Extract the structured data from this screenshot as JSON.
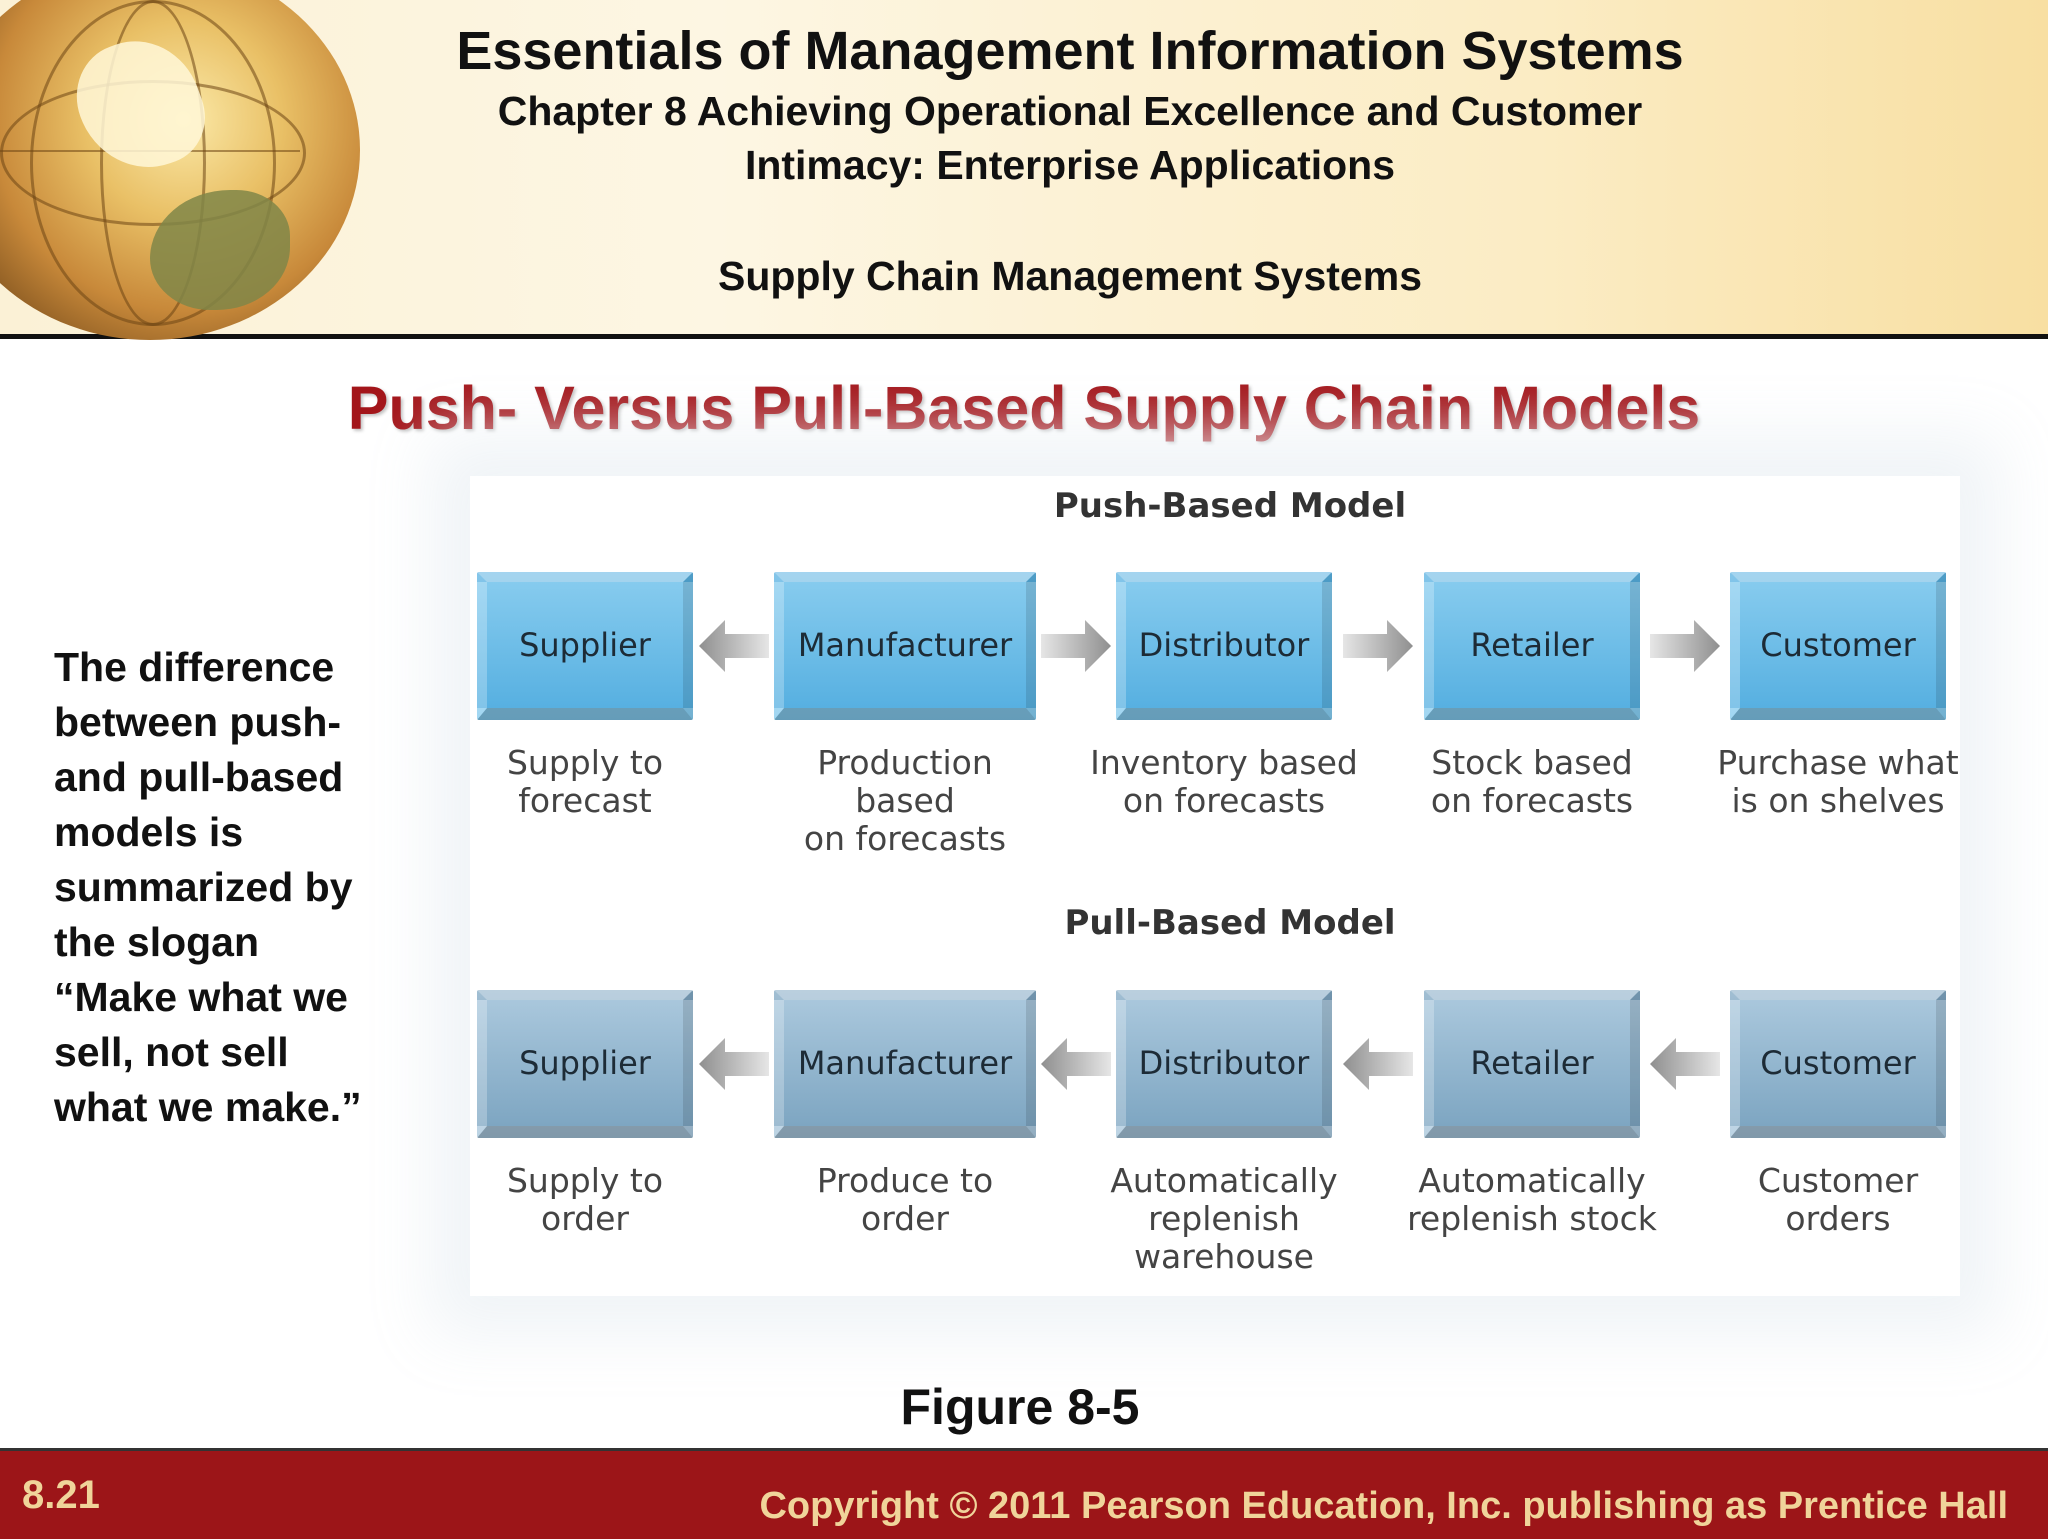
{
  "header": {
    "book_title": "Essentials of Management Information Systems",
    "chapter_line1": "Chapter 8 Achieving Operational Excellence and Customer",
    "chapter_line2": "Intimacy: Enterprise Applications",
    "section": "Supply Chain Management Systems"
  },
  "slide_title": "Push- Versus Pull-Based Supply Chain Models",
  "side_text": "The difference\nbetween push-\nand pull-based\nmodels is\nsummarized by\nthe slogan\n“Make what we\nsell, not sell\nwhat we make.”",
  "push_model": {
    "label": "Push-Based Model",
    "nodes": [
      {
        "name": "Supplier",
        "caption": "Supply to\nforecast"
      },
      {
        "name": "Manufacturer",
        "caption": "Production based\non forecasts"
      },
      {
        "name": "Distributor",
        "caption": "Inventory based\non forecasts"
      },
      {
        "name": "Retailer",
        "caption": "Stock based\non forecasts"
      },
      {
        "name": "Customer",
        "caption": "Purchase what\nis on shelves"
      }
    ]
  },
  "pull_model": {
    "label": "Pull-Based Model",
    "nodes": [
      {
        "name": "Supplier",
        "caption": "Supply to\norder"
      },
      {
        "name": "Manufacturer",
        "caption": "Produce to\norder"
      },
      {
        "name": "Distributor",
        "caption": "Automatically\nreplenish\nwarehouse"
      },
      {
        "name": "Retailer",
        "caption": "Automatically\nreplenish stock"
      },
      {
        "name": "Customer",
        "caption": "Customer\norders"
      }
    ]
  },
  "figure_label": "Figure 8-5",
  "footer": {
    "slide_number": "8.21",
    "copyright": "Copyright © 2011 Pearson Education, Inc. publishing as Prentice Hall"
  },
  "colors": {
    "title_red": "#a3151a",
    "footer_red": "#9c1518",
    "footer_text": "#f0d49a",
    "push_box": "#57b0e1",
    "pull_box": "#7ea6c2"
  }
}
